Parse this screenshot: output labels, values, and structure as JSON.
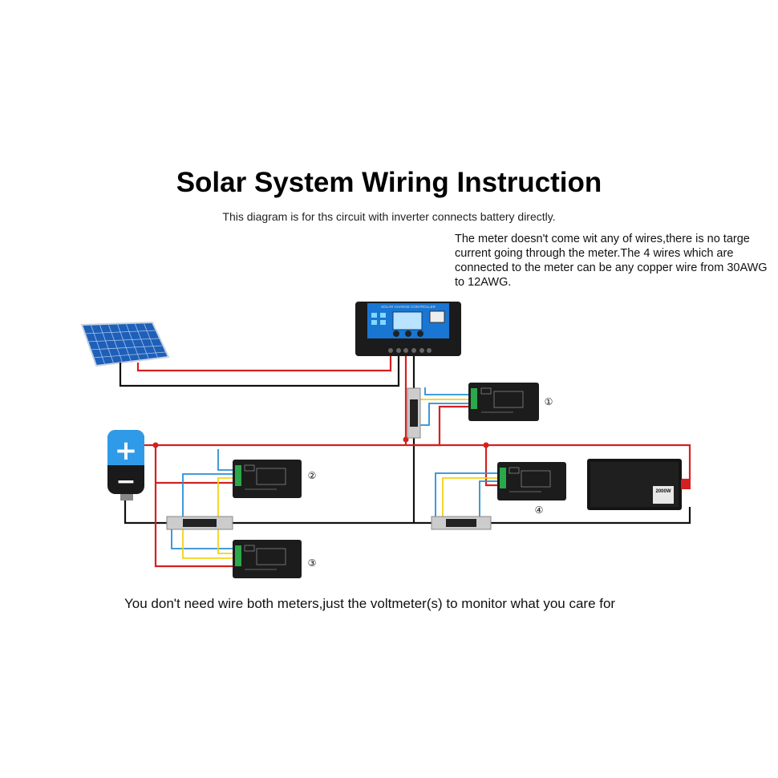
{
  "title": "Solar System Wiring Instruction",
  "subtitle": "This diagram is for ths circuit with inverter connects battery directly.",
  "note": "The meter doesn't come wit any of wires,there is no targe current going through the meter.The 4 wires which are connected to the meter can be any copper wire from 30AWG to 12AWG.",
  "footer": "You don't need wire both meters,just the voltmeter(s) to monitor what you care for",
  "controller": {
    "label": "SOLAR CHARGE CONTROLLER"
  },
  "inverter": {
    "label": "2000W"
  },
  "battery": {
    "plus": "+",
    "minus": "−"
  },
  "meters": [
    {
      "number": "①"
    },
    {
      "number": "②"
    },
    {
      "number": "③"
    },
    {
      "number": "④"
    }
  ],
  "colors": {
    "positive": "#d42020",
    "negative": "#111111",
    "signal_blue": "#2a8fd6",
    "signal_yellow": "#f2d21a",
    "device": "#1c1c1c"
  }
}
